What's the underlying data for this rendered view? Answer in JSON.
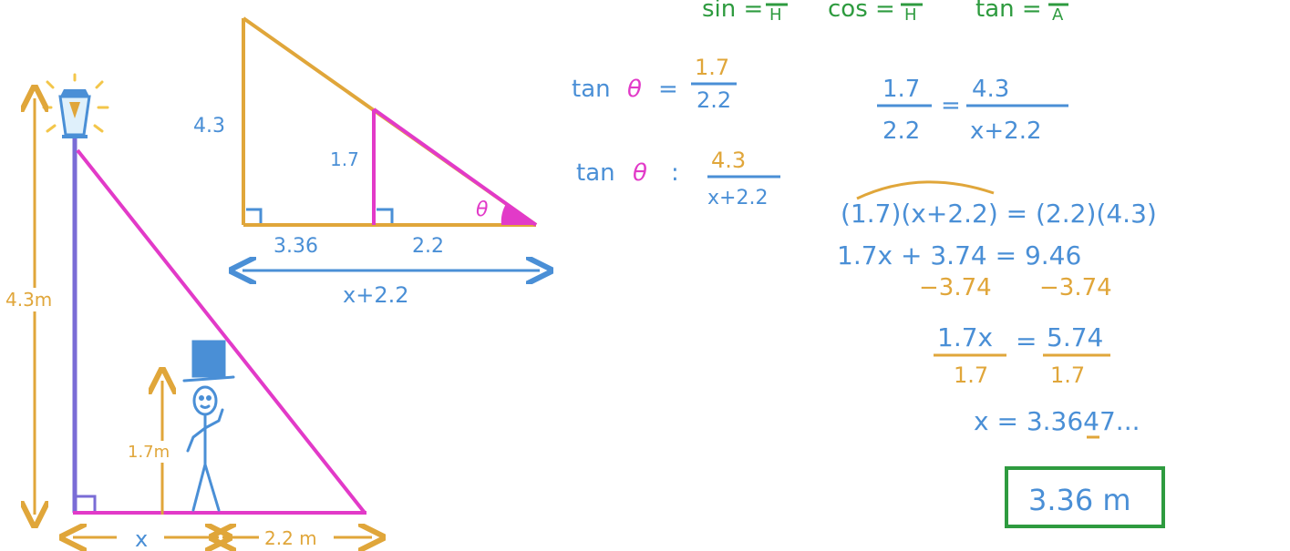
{
  "colors": {
    "orange": "#e0a63a",
    "purple": "#7a6cd6",
    "magenta": "#e23ac8",
    "blue": "#4a8fd6",
    "green": "#2e9b3f",
    "lamp_glow": "#f3c64a"
  },
  "trig_header": {
    "sin": "sin =",
    "sin_den": "H",
    "cos": "cos =",
    "cos_den": "H",
    "tan": "tan =",
    "tan_den": "A"
  },
  "triangle_small": {
    "left_side": "4.3",
    "inner_height": "1.7",
    "angle": "θ",
    "base_left": "3.36",
    "base_right": "2.2",
    "total_base": "x+2.2"
  },
  "scene": {
    "lamp_height": "4.3m",
    "man_height": "1.7m",
    "dist_x": "x",
    "dist_shadow": "2.2 m"
  },
  "equations": {
    "tan1_left": "tan",
    "tan1_theta": "θ",
    "tan1_eq": "=",
    "tan1_num": "1.7",
    "tan1_den": "2.2",
    "tan2_left": "tan",
    "tan2_theta": "θ",
    "tan2_eq": ":",
    "tan2_num": "4.3",
    "tan2_den": "x+2.2"
  },
  "solution": {
    "prop_left_num": "1.7",
    "prop_left_den": "2.2",
    "prop_eq": "=",
    "prop_right_num": "4.3",
    "prop_right_den": "x+2.2",
    "cross_mult": "(1.7)(x+2.2) = (2.2)(4.3)",
    "expanded": "1.7x + 3.74 = 9.46",
    "subtract_left": "−3.74",
    "subtract_right": "−3.74",
    "div_left_num": "1.7x",
    "div_left_den": "1.7",
    "div_eq": "=",
    "div_right_num": "5.74",
    "div_right_den": "1.7",
    "x_result": "x = 3.3647...",
    "final_answer": "3.36 m"
  }
}
